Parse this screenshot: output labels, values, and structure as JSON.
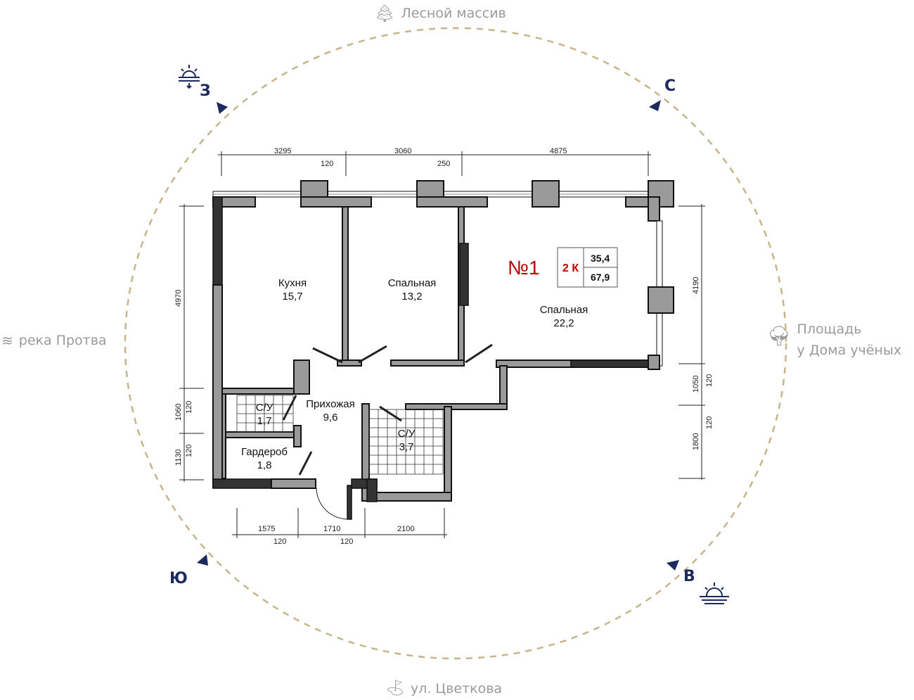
{
  "landmarks": {
    "top": "Лесной массив",
    "left": "река Протва",
    "right_line1": "Площадь",
    "right_line2": "у Дома учёных",
    "bottom": "ул. Цветкова"
  },
  "directions": {
    "west": "З",
    "north": "С",
    "south": "Ю",
    "east": "В"
  },
  "apartment": {
    "number": "№1",
    "rooms_label": "2 К",
    "living_area": "35,4",
    "total_area": "67,9"
  },
  "rooms": [
    {
      "name": "Кухня",
      "area": "15,7"
    },
    {
      "name": "Спальная",
      "area": "13,2"
    },
    {
      "name": "Спальная",
      "area": "22,2"
    },
    {
      "name": "Прихожая",
      "area": "9,6"
    },
    {
      "name": "С/У",
      "area": "1,7"
    },
    {
      "name": "Гардероб",
      "area": "1,8"
    },
    {
      "name": "С/У",
      "area": "3,7"
    }
  ],
  "dimensions": {
    "top": [
      "3295",
      "3060",
      "4875"
    ],
    "top_walls": [
      "120",
      "250"
    ],
    "left": [
      "4970",
      "1060",
      "1130"
    ],
    "left_walls": [
      "120",
      "120"
    ],
    "right": [
      "4190",
      "1050",
      "1800"
    ],
    "right_walls": [
      "120",
      "120"
    ],
    "bottom": [
      "1575",
      "1710",
      "2100"
    ],
    "bottom_walls": [
      "120",
      "120"
    ]
  },
  "colors": {
    "accent": "#c00000",
    "compass": "#1c2a5e",
    "circle": "#c8b48a"
  }
}
